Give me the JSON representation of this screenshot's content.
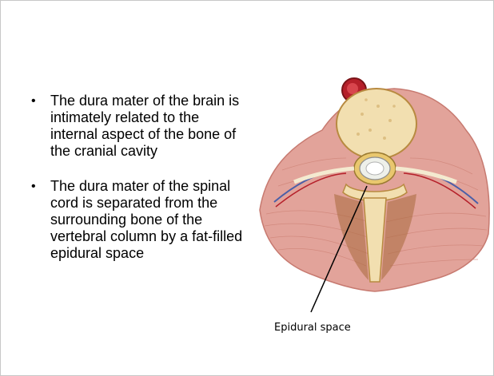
{
  "bullets": [
    {
      "text": "The dura mater of the brain is intimately related to the internal aspect of the bone of the cranial cavity"
    },
    {
      "text": "The dura mater of the spinal cord is separated from the surrounding bone of the vertebral column by a fat-filled epidural space"
    }
  ],
  "figure": {
    "caption": "Epidural space",
    "icon": "spinal-cross-section-illustration"
  },
  "colors": {
    "muscle": "#e2a39a",
    "bone": "#f2dfb0",
    "fat": "#e9c76e",
    "vessel": "#b5202a"
  }
}
